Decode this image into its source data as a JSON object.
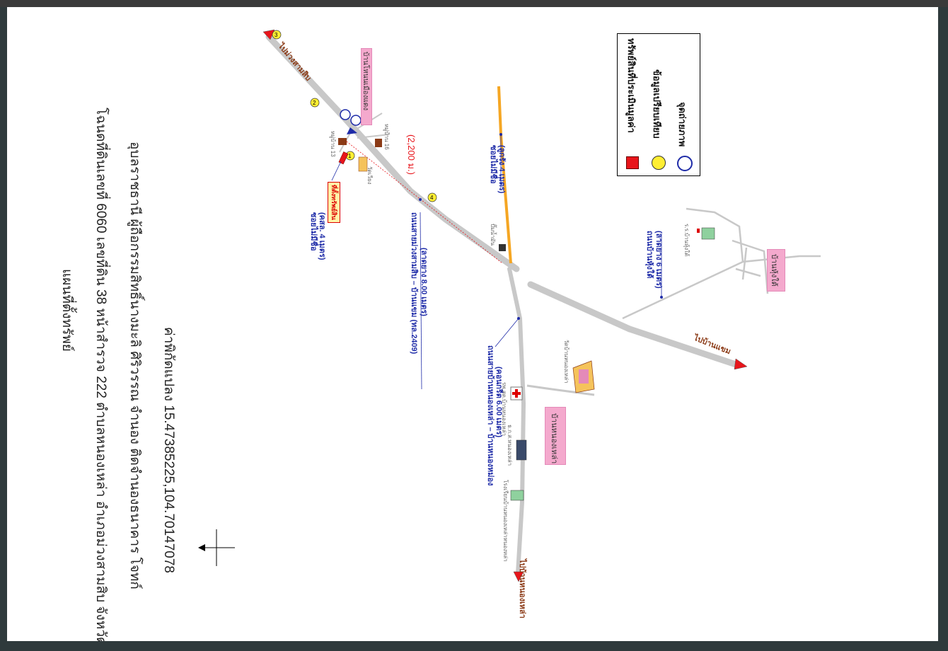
{
  "header": {
    "title": "แผนที่ตั้งทรัพย์",
    "line1": "โฉนดที่ดินเลขที่ 6060 เลขที่ดิน 38 หน้าสำรวจ 222 ตำบลหนองเหล่า อำเภอม่วงสามสิบ จังหวัด",
    "line2": "อุบลราชธานี ผู้ถือกรรมสิทธิ์นางมะลิ ศิริวรรณ จำนอง ติดจำนองธนาคาร โจทก์",
    "line3": "ค่าพิกัดแปลง 15.47385225,104.70147078"
  },
  "legend": {
    "items": [
      {
        "label": "ทรัพย์สินที่ประเมินมูลค่า",
        "icon": "red-square-icon"
      },
      {
        "label": "ข้อมูลเปรียบเทียบ",
        "icon": "yellow-circle-icon"
      },
      {
        "label": "จุดถ่ายภาพ",
        "icon": "camera-point-icon"
      }
    ]
  },
  "places": {
    "ban_nonmueang": "บ้านโหนนเมืองแดง",
    "ban_nongrao": "บ้านหนองเหล่า",
    "ban_huai": "บ้านหุ้งใต้",
    "property_tag": "ที่ตั้งทรัพย์สิน"
  },
  "roads": {
    "main_road": "ถนนสายม่วงสามสิบ – บ้านแขม (ทล.2409)",
    "main_road_width": "(ลาดยาง 8.00 เมตร)",
    "soi_left": "ซอยไม่มีชื่อ",
    "soi_left_width": "(คสล. 4 เมตร)",
    "soi_orange": "ซอยไม่มีชื่อ",
    "soi_orange_width": "(ลูกรัง 4 เมตร)",
    "road_huai": "ถนนบ้านหุ้งใต้",
    "road_huai_width": "(ลาดยาง 6 เมตร)",
    "road_nongrao": "ถนนสายบ้านหนองเหล่า – บ้านหนองหม่อง",
    "road_nongrao_width": "(คอนกรีต 6.00 เมตร)",
    "to_top": "ไปม่วงสามสิบ",
    "to_right": "ไปบ้านแขม",
    "to_bottom": "ไปบ้านหนองเหล่า"
  },
  "distance": "(2,200 ม.)",
  "markers": [
    "1",
    "2",
    "3",
    "4"
  ],
  "landmarks": {
    "school": "ร.ร.บ้านหุ้งใต้",
    "temple": "วัดบ้านหนองเหล่า",
    "health": "รพ.สต.บ้านหนองเหล่า",
    "gas": "ปั๊มน้ำมัน",
    "moo13": "หมู่บ้าน 13",
    "moo16": "หมู่บ้าน 16",
    "wat": "วัดเวียง",
    "bank": "ธ.ก.ส.หนองเหล่า",
    "school2": "โรงเรียนบ้านหนองเหล่าหนองหล่า"
  },
  "colors": {
    "road": "#c8c8c8",
    "orange_road": "#f5a623",
    "pink": "#f4a9cd",
    "arrow": "#e8151b"
  }
}
